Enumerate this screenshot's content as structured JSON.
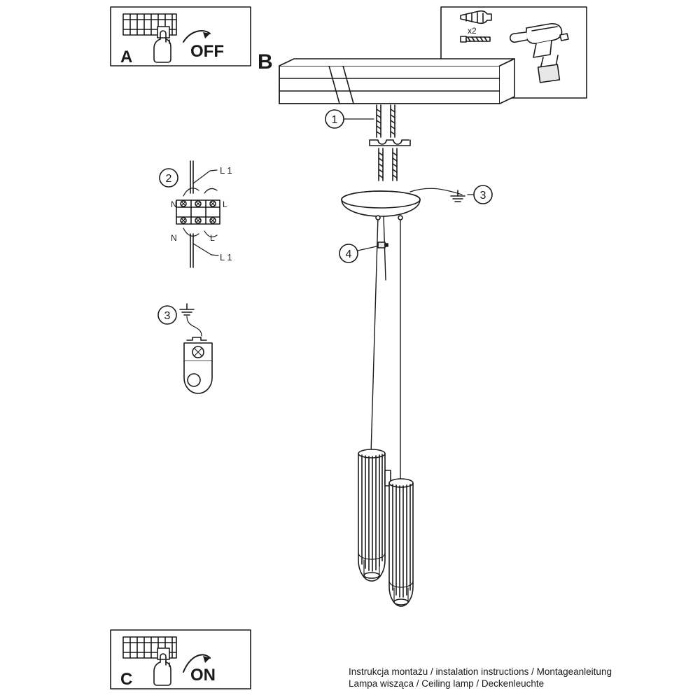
{
  "document": {
    "type": "assembly-instruction-sheet",
    "language_note": "multilingual footer"
  },
  "panels": {
    "a": {
      "letter": "A",
      "action_label": "OFF",
      "icon": "circuit-breaker-off-icon",
      "hand_icon": "hand-pointing-icon"
    },
    "b": {
      "letter": "B",
      "icon": "ceiling-lamp-assembly-icon"
    },
    "c": {
      "letter": "C",
      "action_label": "ON",
      "icon": "circuit-breaker-on-icon",
      "hand_icon": "hand-pointing-icon"
    },
    "tools": {
      "step": "1",
      "quantity_label": "x2",
      "icons": [
        "wall-plug-icon",
        "screw-icon",
        "power-drill-icon"
      ]
    },
    "terminal": {
      "step": "2",
      "icon": "terminal-block-icon",
      "terminal_labels_top": [
        "N",
        "L"
      ],
      "terminal_labels_bottom": [
        "N",
        "L"
      ],
      "wire_labels": [
        "L 1",
        "L 1"
      ]
    },
    "ground": {
      "step": "3",
      "icon": "earth-ground-clamp-icon",
      "ground_symbol": "earth-symbol"
    }
  },
  "callouts": {
    "one": "1",
    "three": "3",
    "four": "4"
  },
  "footer": {
    "line1": "Instrukcja montażu / instalation instructions / Montageanleitung",
    "line2": "Lampa wisząca / Ceiling lamp / Deckenleuchte"
  },
  "colors": {
    "stroke": "#1a1a1a",
    "fill": "#ffffff",
    "shade": "#e8e8e8"
  }
}
